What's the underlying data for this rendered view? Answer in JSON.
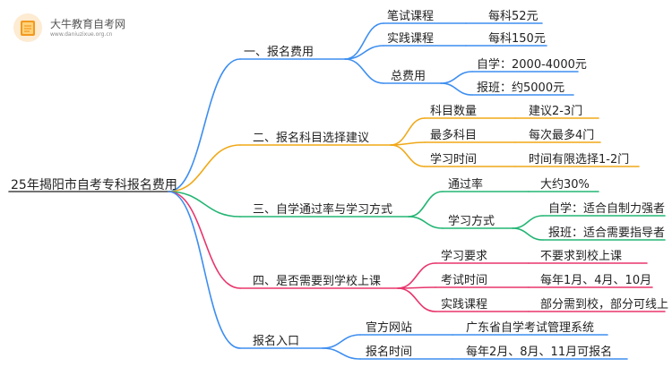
{
  "logo": {
    "title": "大牛教育自考网",
    "url": "www.daniuzixue.org.cn"
  },
  "root": "25年揭阳市自考专科报名费用",
  "branches": [
    {
      "label": "一、报名费用",
      "color": "#3d8ef0",
      "children": [
        {
          "label": "笔试课程",
          "value": "每科52元"
        },
        {
          "label": "实践课程",
          "value": "每科150元"
        },
        {
          "label": "总费用",
          "children": [
            "自学：2000-4000元",
            "报班：约5000元"
          ]
        }
      ]
    },
    {
      "label": "二、报名科目选择建议",
      "color": "#f0a817",
      "children": [
        {
          "label": "科目数量",
          "value": "建议2-3门"
        },
        {
          "label": "最多科目",
          "value": "每次最多4门"
        },
        {
          "label": "学习时间",
          "value": "时间有限选择1-2门"
        }
      ]
    },
    {
      "label": "三、自学通过率与学习方式",
      "color": "#22b573",
      "children": [
        {
          "label": "通过率",
          "value": "大约30%"
        },
        {
          "label": "学习方式",
          "children": [
            "自学：适合自制力强者",
            "报班：适合需要指导者"
          ]
        }
      ]
    },
    {
      "label": "四、是否需要到学校上课",
      "color": "#e8356c",
      "children": [
        {
          "label": "学习要求",
          "value": "不要求到校上课"
        },
        {
          "label": "考试时间",
          "value": "每年1月、4月、10月"
        },
        {
          "label": "实践课程",
          "value": "部分需到校，部分可线上"
        }
      ]
    },
    {
      "label": "报名入口",
      "color": "#3d8ef0",
      "children": [
        {
          "label": "官方网站",
          "value": "广东省自学考试管理系统"
        },
        {
          "label": "报名时间",
          "value": "每年2月、8月、11月可报名"
        }
      ]
    }
  ]
}
